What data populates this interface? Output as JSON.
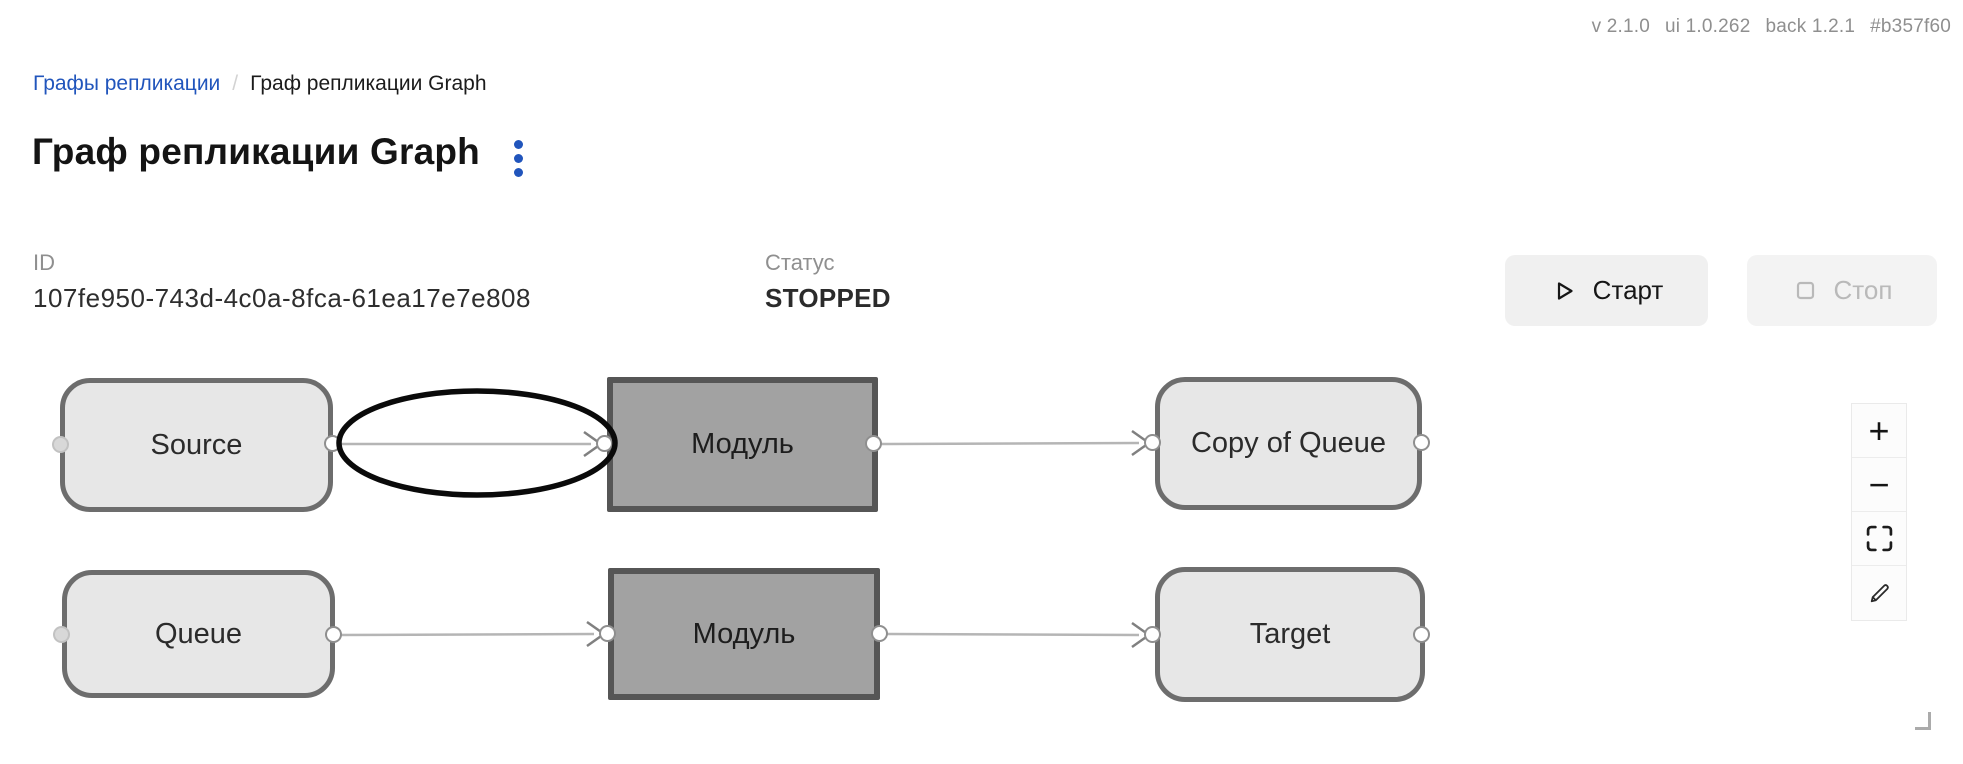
{
  "version_bar": {
    "parts": [
      "v 2.1.0",
      "ui 1.0.262",
      "back 1.2.1",
      "#b357f60"
    ]
  },
  "breadcrumb": {
    "root": "Графы репликации",
    "separator": "/",
    "current": "Граф репликации Graph"
  },
  "page": {
    "title": "Граф репликации Graph"
  },
  "details": {
    "id_label": "ID",
    "id_value": "107fe950-743d-4c0a-8fca-61ea17e7e808",
    "status_label": "Статус",
    "status_value": "STOPPED"
  },
  "actions": {
    "start": "Старт",
    "stop": "Стоп",
    "stop_disabled": true
  },
  "graph": {
    "nodes": [
      {
        "label": "Source",
        "kind": "source",
        "style": "light"
      },
      {
        "label": "Модуль",
        "kind": "module",
        "style": "dark"
      },
      {
        "label": "Copy of Queue",
        "kind": "queue",
        "style": "light"
      },
      {
        "label": "Queue",
        "kind": "queue",
        "style": "light"
      },
      {
        "label": "Модуль",
        "kind": "module",
        "style": "dark"
      },
      {
        "label": "Target",
        "kind": "target",
        "style": "light"
      }
    ],
    "edges": [
      {
        "from": "Source",
        "to": "Модуль"
      },
      {
        "from": "Модуль",
        "to": "Copy of Queue"
      },
      {
        "from": "Queue",
        "to": "Модуль"
      },
      {
        "from": "Модуль",
        "to": "Target"
      }
    ],
    "annotation": "ellipse-highlight-on-edge-source-to-module"
  },
  "toolbar": {
    "zoom_in": "+",
    "zoom_out": "−"
  },
  "colors": {
    "accent_blue": "#2155bc",
    "node_light_fill": "#e7e7e7",
    "node_light_border": "#6d6d6d",
    "node_dark_fill": "#a2a2a2",
    "node_dark_border": "#565656",
    "edge_line": "#b5b5b5",
    "annotation_stroke": "#0a0a0a",
    "status_text": "#2b2b2b"
  }
}
